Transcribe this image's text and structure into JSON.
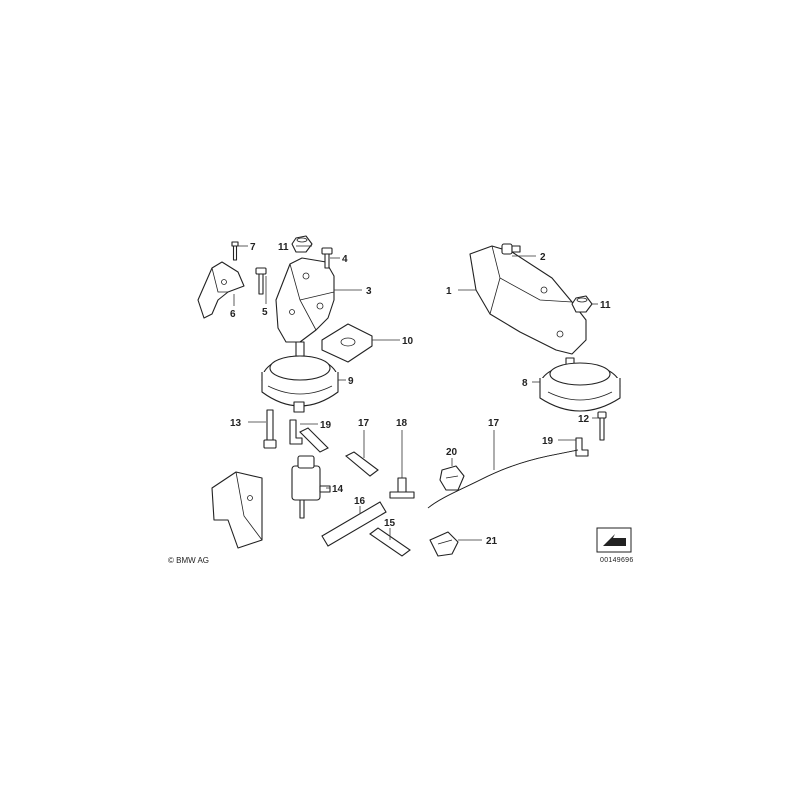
{
  "callouts": {
    "c1": "1",
    "c2": "2",
    "c3": "3",
    "c4": "4",
    "c5": "5",
    "c6": "6",
    "c7": "7",
    "c8": "8",
    "c9": "9",
    "c10": "10",
    "c11a": "11",
    "c11b": "11",
    "c12": "12",
    "c13": "13",
    "c14": "14",
    "c15": "15",
    "c16": "16",
    "c17a": "17",
    "c17b": "17",
    "c18": "18",
    "c19a": "19",
    "c19b": "19",
    "c20": "20",
    "c21": "21"
  },
  "footer": {
    "copyright": "© BMW AG",
    "diagram_id": "00149696"
  },
  "icons": {
    "direction": "forward-arrow-icon"
  }
}
